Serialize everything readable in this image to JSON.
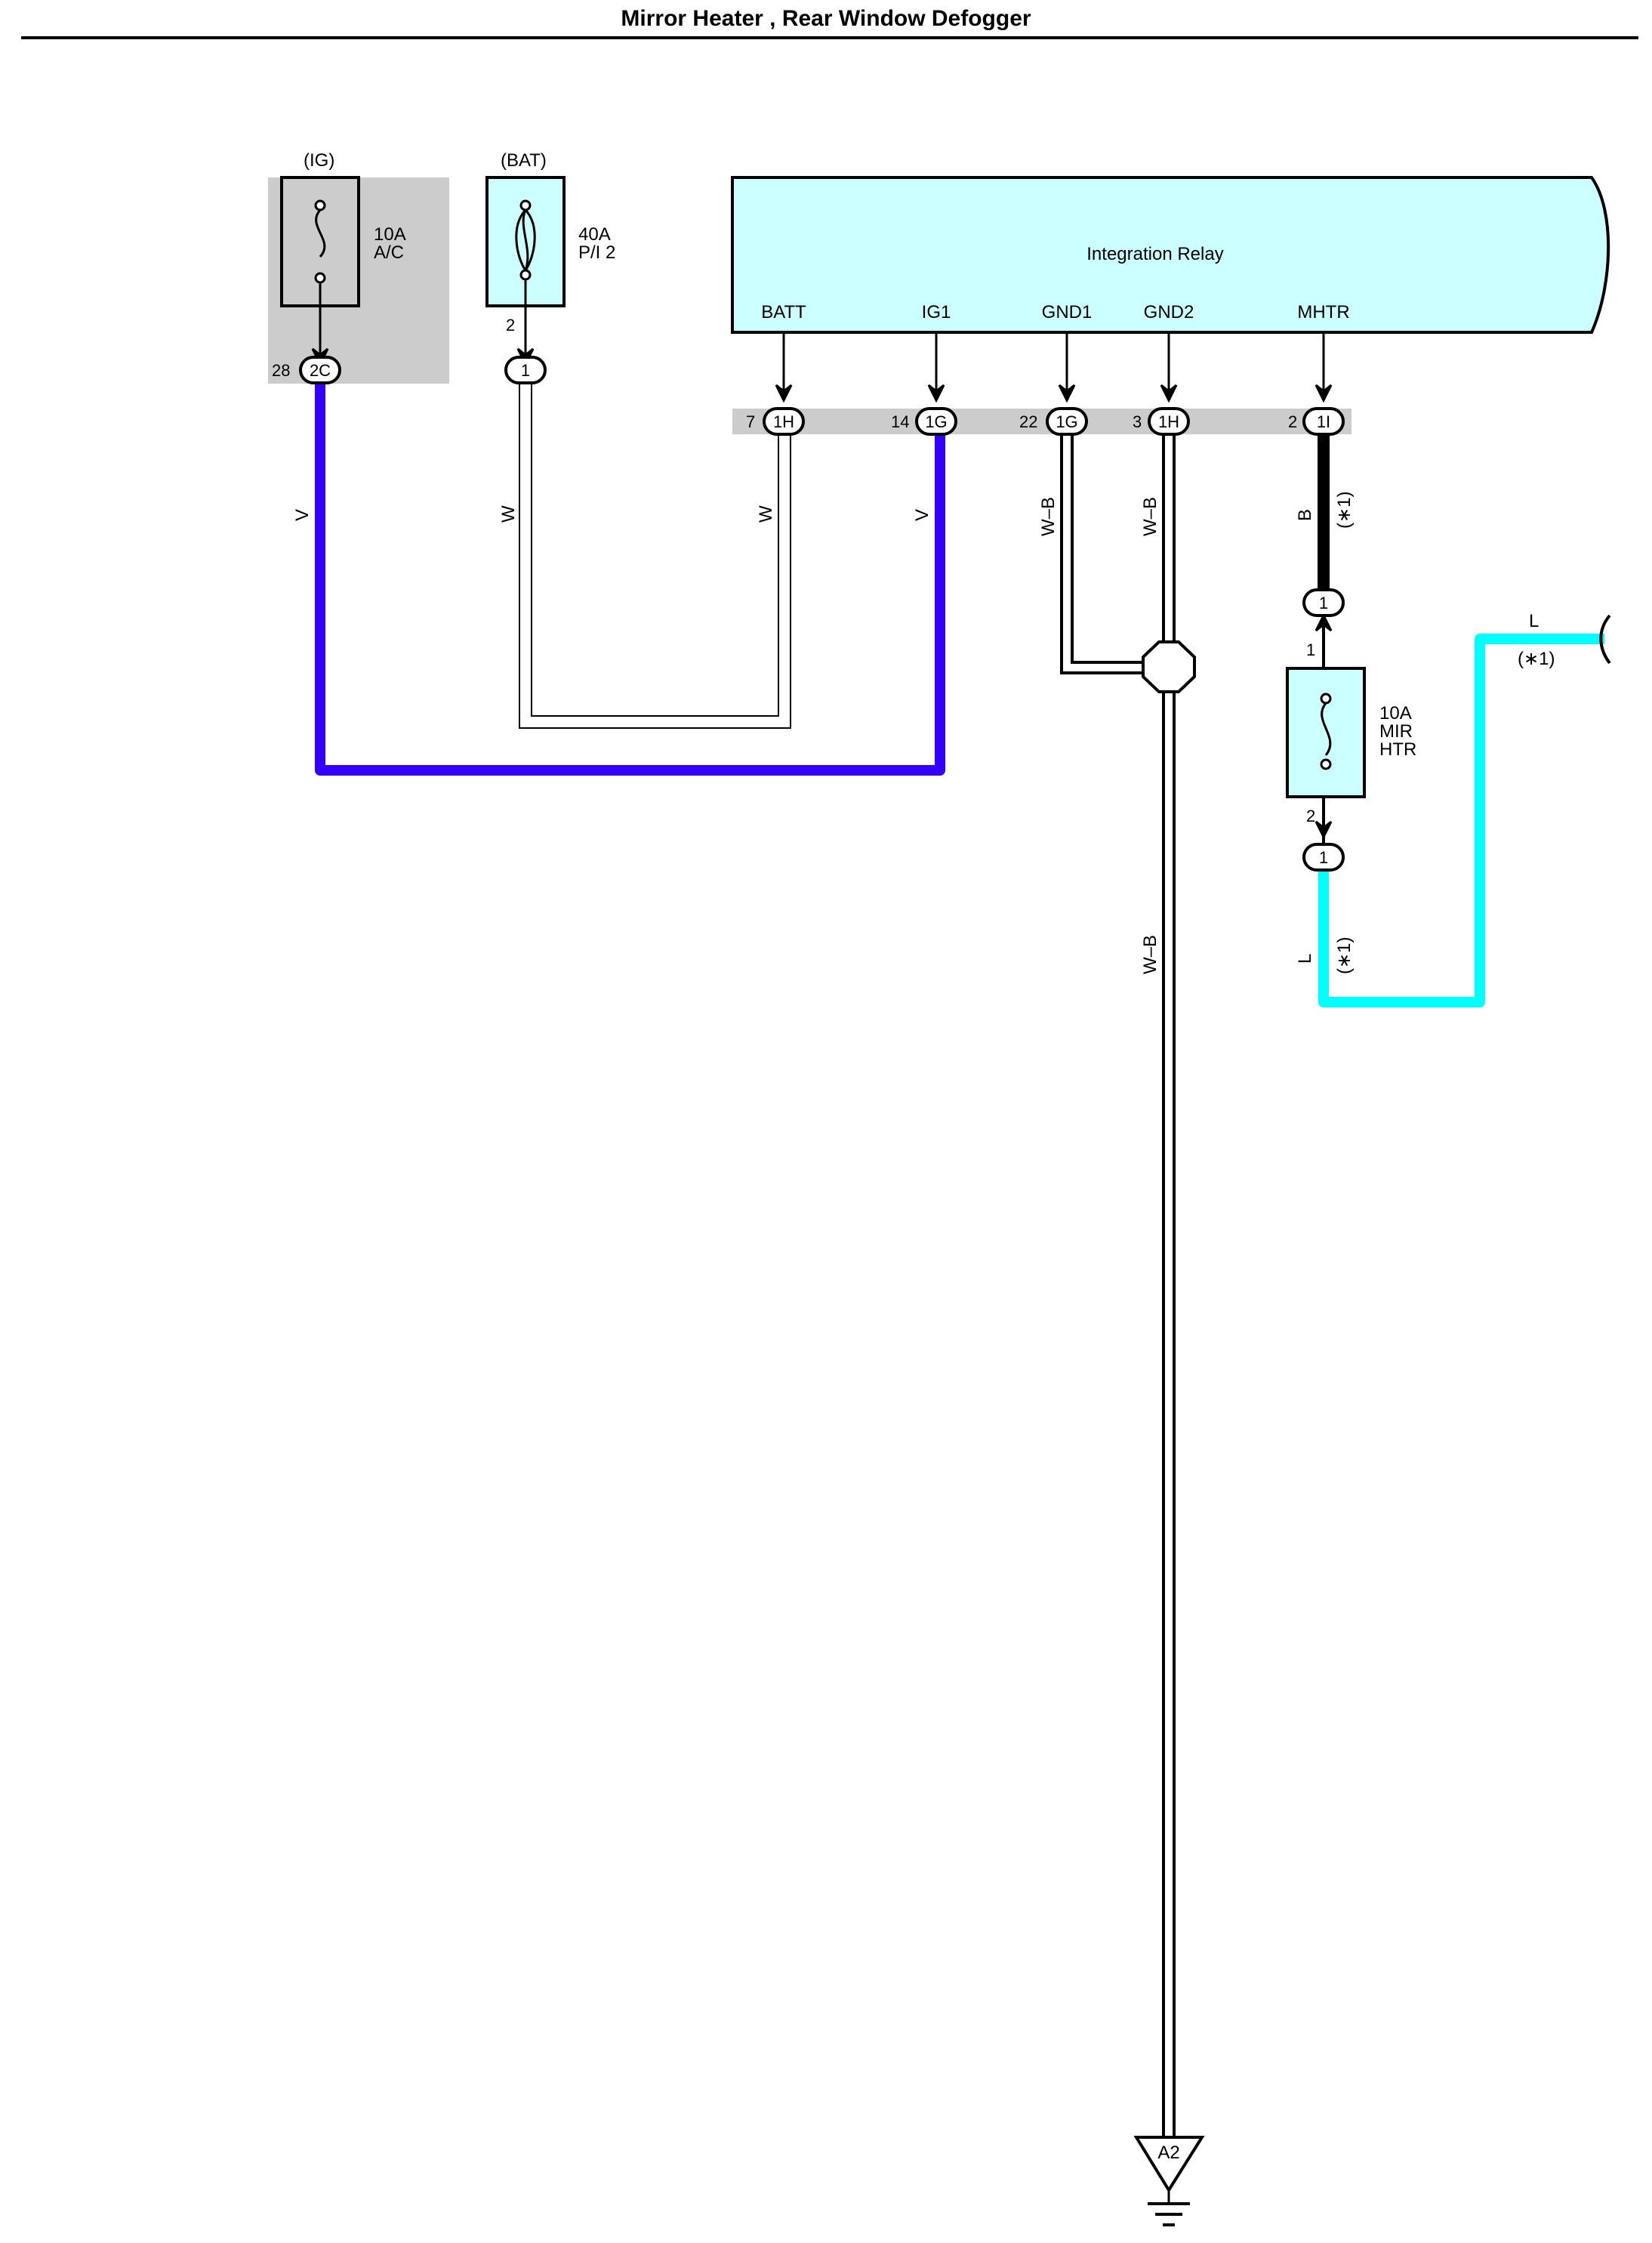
{
  "title": "Mirror Heater , Rear Window Defogger",
  "colors": {
    "fuse_box_gray": "#cccccc",
    "relay_fill": "#ccffff",
    "fuse_fill": "#ccffff",
    "wire_v": "#3300ff",
    "wire_l": "#00ffff",
    "wire_b": "#000000",
    "wire_w": "#ffffff",
    "wire_wb": "#ffffff"
  },
  "fuse_ac": {
    "supply": "(IG)",
    "rating": "10A",
    "name": "A/C",
    "pin": "28",
    "connector": "2C"
  },
  "fuse_pi2": {
    "supply": "(BAT)",
    "rating": "40A",
    "name": "P/I 2",
    "pin": "2",
    "connector": "1"
  },
  "relay": {
    "name": "Integration Relay",
    "terminals": [
      {
        "name": "BATT",
        "pin": "7",
        "connector": "1H"
      },
      {
        "name": "IG1",
        "pin": "14",
        "connector": "1G"
      },
      {
        "name": "GND1",
        "pin": "22",
        "connector": "1G"
      },
      {
        "name": "GND2",
        "pin": "3",
        "connector": "1H"
      },
      {
        "name": "MHTR",
        "pin": "2",
        "connector": "1I"
      }
    ]
  },
  "fuse_mir": {
    "rating": "10A",
    "name": "MIR",
    "name2": "HTR",
    "pin_in": "1",
    "connector_in": "1",
    "pin_out": "2",
    "connector_out": "1"
  },
  "wires": {
    "v_left": "V",
    "w_left": "W",
    "w_right": "W",
    "v_right": "V",
    "wb_gnd1": "W–B",
    "wb_gnd2": "W–B",
    "wb_main": "W–B",
    "b_mhtr": "B",
    "b_note": "(∗1)",
    "l_out": "L",
    "l_out_note": "(∗1)",
    "l_top": "L",
    "l_top_note": "(∗1)"
  },
  "ground": {
    "label": "A2"
  }
}
